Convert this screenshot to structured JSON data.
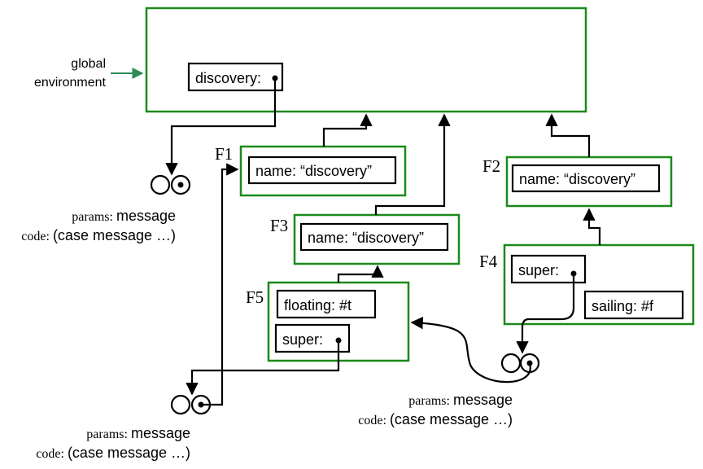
{
  "global_env": {
    "label_line1": "global",
    "label_line2": "environment",
    "binding": "discovery:"
  },
  "frames": {
    "f1": {
      "label": "F1",
      "binding": "name: “discovery”"
    },
    "f2": {
      "label": "F2",
      "binding": "name: “discovery”"
    },
    "f3": {
      "label": "F3",
      "binding": "name: “discovery”"
    },
    "f4": {
      "label": "F4",
      "binding_super": "super:",
      "binding_sailing": "sailing: #f"
    },
    "f5": {
      "label": "F5",
      "binding_floating": "floating: #t",
      "binding_super": "super:"
    }
  },
  "procedures": {
    "p1": {
      "params_key": "params:",
      "params_val": "message",
      "code_key": "code:",
      "code_val": "(case message …)"
    },
    "p2": {
      "params_key": "params:",
      "params_val": "message",
      "code_key": "code:",
      "code_val": "(case message …)"
    },
    "p3": {
      "params_key": "params:",
      "params_val": "message",
      "code_key": "code:",
      "code_val": "(case message …)"
    }
  },
  "colors": {
    "frame_border": "#1a8a1a",
    "global_arrow": "#2e8b57"
  }
}
